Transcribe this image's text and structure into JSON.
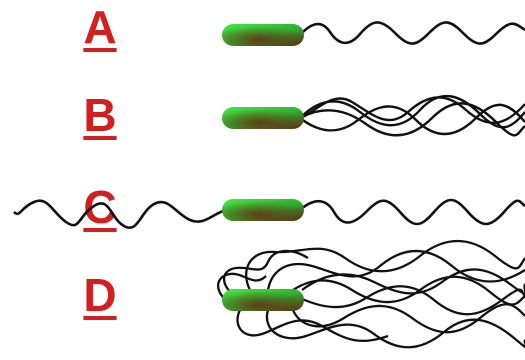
{
  "panels": [
    {
      "letter": "A",
      "flagella_arrangement": "monotrichous"
    },
    {
      "letter": "B",
      "flagella_arrangement": "lophotrichous"
    },
    {
      "letter": "C",
      "flagella_arrangement": "amphitrichous"
    },
    {
      "letter": "D",
      "flagella_arrangement": "peritrichous"
    }
  ],
  "colors": {
    "letter": "#d21f1f",
    "cell_light": "#3fdc3f",
    "cell_dark": "#5a2a1a",
    "flagellum": "#111111"
  }
}
